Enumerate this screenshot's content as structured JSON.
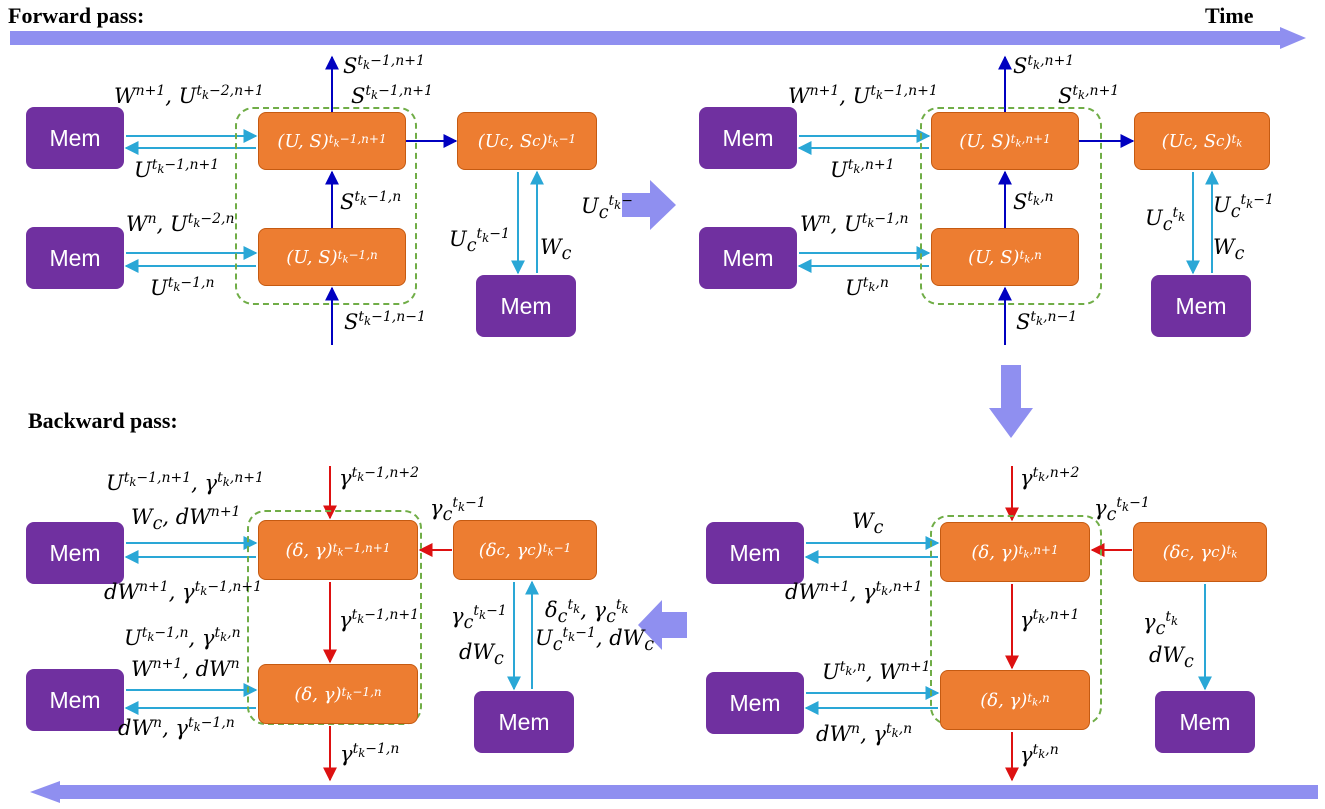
{
  "headers": {
    "forward": "Forward pass:",
    "backward": "Backward pass:",
    "time": "Time"
  },
  "colors": {
    "time_arrow": "#8f8ff0",
    "mem_box": "#7030a0",
    "state_box": "#ed7d31",
    "forward_arrow": "#0000c0",
    "backward_arrow": "#dd1111",
    "memory_link": "#2aa7d6",
    "group_border": "#70ad47"
  },
  "panels": {
    "tl": {
      "mem_labels": [
        "Mem",
        "Mem",
        "Mem"
      ],
      "states": [
        "(U, S)^{t_k−1,n+1}",
        "(U, S)^{t_k−1,n}",
        "(U_c, S_c)^{t_k−1}"
      ],
      "labels": [
        "S^{t_k−1,n+1}",
        "W^{n+1}, U^{t_k−2,n+1}",
        "S^{t_k−1,n+1}",
        "U^{t_k−1,n+1}",
        "S^{t_k−1,n}",
        "W^n, U^{t_k−2,n}",
        "U^{t_k−1,n}",
        "U_c^{t_k−1}",
        "W_c",
        "S^{t_k−1,n−1}",
        "U_c^{t_k−}"
      ]
    },
    "tr": {
      "mem_labels": [
        "Mem",
        "Mem",
        "Mem"
      ],
      "states": [
        "(U, S)^{t_k,n+1}",
        "(U, S)^{t_k,n}",
        "(U_c, S_c)^{t_k}"
      ],
      "labels": [
        "S^{t_k,n+1}",
        "W^{n+1}, U^{t_k−1,n+1}",
        "S^{t_k,n+1}",
        "U^{t_k,n+1}",
        "S^{t_k,n}",
        "W^n, U^{t_k−1,n}",
        "U^{t_k,n}",
        "U_c^{t_k}",
        "U_c^{t_k−1}",
        "W_c",
        "S^{t_k,n−1}"
      ]
    },
    "bl": {
      "mem_labels": [
        "Mem",
        "Mem",
        "Mem"
      ],
      "states": [
        "(δ, γ)^{t_k−1,n+1}",
        "(δ, γ)^{t_k−1,n}",
        "(δ_c, γ_c)^{t_k−1}"
      ],
      "labels": [
        "U^{t_k−1,n+1}, γ^{t_k,n+1}",
        "W_c, dW^{n+1}",
        "dW^{n+1}, γ^{t_k−1,n+1}",
        "γ^{t_k−1,n+2}",
        "γ_c^{t_k−1}",
        "γ^{t_k−1,n+1}",
        "U^{t_k−1,n}, γ^{t_k,n}",
        "W^{n+1}, dW^n",
        "dW^n, γ^{t_k−1,n}",
        "γ^{t_k−1,n}",
        "γ_c^{t_k−1}",
        "dW_c",
        "δ_c^{t_k}, γ_c^{t_k}",
        "U_c^{t_k−1}, dW_c"
      ]
    },
    "br": {
      "mem_labels": [
        "Mem",
        "Mem",
        "Mem"
      ],
      "states": [
        "(δ, γ)^{t_k,n+1}",
        "(δ, γ)^{t_k,n}",
        "(δ_c, γ_c)^{t_k}"
      ],
      "labels": [
        "γ^{t_k,n+2}",
        "γ_c^{t_k−1}",
        "W_c",
        "dW^{n+1}, γ^{t_k,n+1}",
        "γ^{t_k,n+1}",
        "γ_c^{t_k}",
        "dW_c",
        "U^{t_k,n}, W^{n+1}",
        "dW^n, γ^{t_k,n}",
        "γ^{t_k,n}"
      ]
    }
  }
}
